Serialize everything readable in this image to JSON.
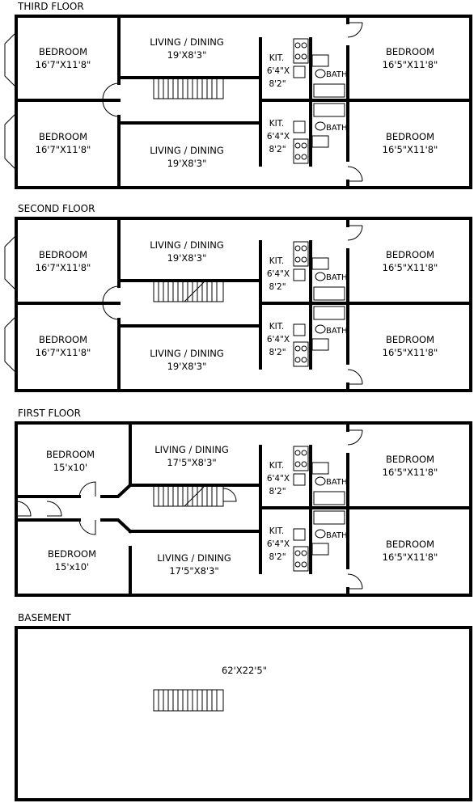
{
  "floors": [
    {
      "title": "THIRD FLOOR",
      "rooms": {
        "bedroom_front_top": [
          "BEDROOM",
          "16'7\"X11'8\""
        ],
        "bedroom_front_bottom": [
          "BEDROOM",
          "16'7\"X11'8\""
        ],
        "living_top": [
          "LIVING / DINING",
          "19'X8'3\""
        ],
        "living_bottom": [
          "LIVING / DINING",
          "19'X8'3\""
        ],
        "kitchen_top": [
          "KIT.",
          "6'4\"X",
          "8'2\""
        ],
        "kitchen_bottom": [
          "KIT.",
          "6'4\"X",
          "8'2\""
        ],
        "bath_top": "BATH",
        "bath_bottom": "BATH",
        "bedroom_rear_top": [
          "BEDROOM",
          "16'5\"X11'8\""
        ],
        "bedroom_rear_bottom": [
          "BEDROOM",
          "16'5\"X11'8\""
        ]
      }
    },
    {
      "title": "SECOND FLOOR",
      "rooms": {
        "bedroom_front_top": [
          "BEDROOM",
          "16'7\"X11'8\""
        ],
        "bedroom_front_bottom": [
          "BEDROOM",
          "16'7\"X11'8\""
        ],
        "living_top": [
          "LIVING / DINING",
          "19'X8'3\""
        ],
        "living_bottom": [
          "LIVING / DINING",
          "19'X8'3\""
        ],
        "kitchen_top": [
          "KIT.",
          "6'4\"X",
          "8'2\""
        ],
        "kitchen_bottom": [
          "KIT.",
          "6'4\"X",
          "8'2\""
        ],
        "bath_top": "BATH",
        "bath_bottom": "BATH",
        "bedroom_rear_top": [
          "BEDROOM",
          "16'5\"X11'8\""
        ],
        "bedroom_rear_bottom": [
          "BEDROOM",
          "16'5\"X11'8\""
        ]
      }
    },
    {
      "title": "FIRST FLOOR",
      "rooms": {
        "bedroom_front_top": [
          "BEDROOM",
          "15'x10'"
        ],
        "bedroom_front_bottom": [
          "BEDROOM",
          "15'x10'"
        ],
        "living_top": [
          "LIVING / DINING",
          "17'5\"X8'3\""
        ],
        "living_bottom": [
          "LIVING / DINING",
          "17'5\"X8'3\""
        ],
        "kitchen_top": [
          "KIT.",
          "6'4\"X",
          "8'2\""
        ],
        "kitchen_bottom": [
          "KIT.",
          "6'4\"X",
          "8'2\""
        ],
        "bath_top": "BATH",
        "bath_bottom": "BATH",
        "bedroom_rear_top": [
          "BEDROOM",
          "16'5\"X11'8\""
        ],
        "bedroom_rear_bottom": [
          "BEDROOM",
          "16'5\"X11'8\""
        ]
      }
    }
  ],
  "basement": {
    "title": "BASEMENT",
    "dimensions": "62'X22'5\""
  }
}
